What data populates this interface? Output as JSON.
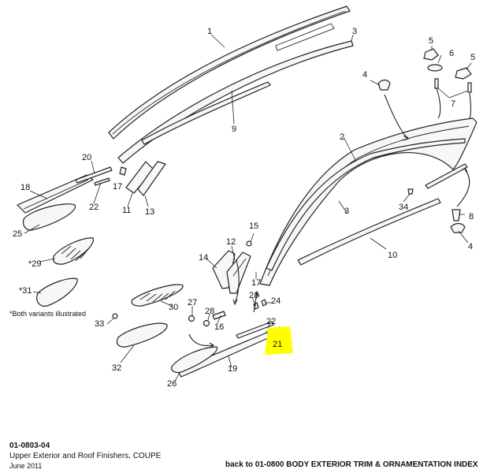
{
  "callouts": {
    "c1": "1",
    "c2": "2",
    "c3a": "3",
    "c3b": "3",
    "c4a": "4",
    "c4b": "4",
    "c5a": "5",
    "c5b": "5",
    "c6": "6",
    "c7": "7",
    "c8": "8",
    "c9": "9",
    "c10": "10",
    "c11": "11",
    "c12": "12",
    "c13": "13",
    "c14": "14",
    "c15": "15",
    "c16": "16",
    "c17a": "17",
    "c17b": "17",
    "c18": "18",
    "c19": "19",
    "c20": "20",
    "c21": "21",
    "c22a": "22",
    "c22b": "22",
    "c23": "23",
    "c24": "24",
    "c25": "25",
    "c26": "26",
    "c27": "27",
    "c28": "28",
    "c29": "*29",
    "c30": "30",
    "c31": "*31",
    "c32": "32",
    "c33": "33",
    "c34": "34"
  },
  "note": "*Both variants illustrated",
  "footer": {
    "code": "01-0803-04",
    "title": "Upper Exterior and Roof Finishers, COUPE",
    "date": "June 2011",
    "back_link": "back to 01-0800 BODY EXTERIOR TRIM & ORNAMENTATION INDEX"
  },
  "colors": {
    "highlight": "#ffff00",
    "line": "#222222"
  }
}
